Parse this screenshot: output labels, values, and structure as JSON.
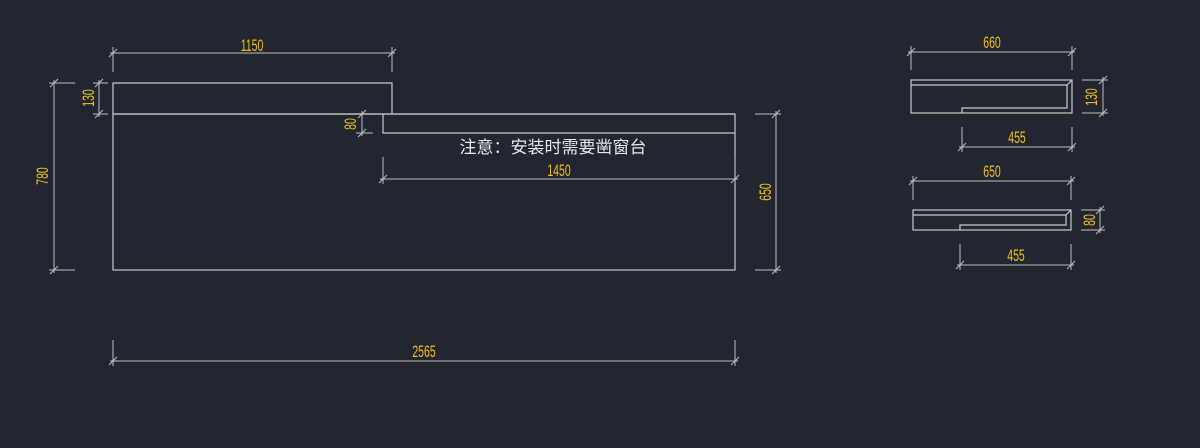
{
  "note": "注意：安装时需要凿窗台",
  "colors": {
    "background": "#212630",
    "geometry": "#c9c9c9",
    "dimension_text": "#f2c01b"
  },
  "main_view": {
    "dims": {
      "top_width": "1150",
      "top_height": "130",
      "total_height": "780",
      "step_height": "80",
      "step_width": "1450",
      "right_height": "650",
      "total_width": "2565"
    }
  },
  "detail_top": {
    "width": "660",
    "height": "130",
    "inner_width": "455"
  },
  "detail_bottom": {
    "width": "650",
    "height": "80",
    "inner_width": "455"
  }
}
